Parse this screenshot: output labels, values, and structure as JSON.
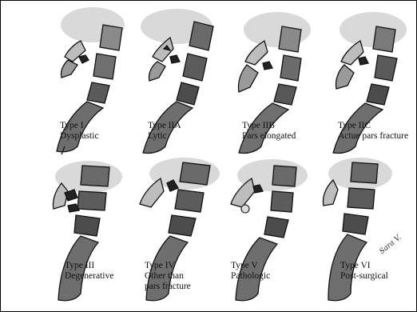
{
  "figure": {
    "panels": [
      {
        "type": "Type I",
        "desc": "Dysplastic"
      },
      {
        "type": "Type IIA",
        "desc": "Lytic"
      },
      {
        "type": "Type IIB",
        "desc": "Pars elongated"
      },
      {
        "type": "Type IIC",
        "desc": "Actue pars fracture"
      },
      {
        "type": "Type III",
        "desc": "Degenerative"
      },
      {
        "type": "Type IV",
        "desc": "Other than",
        "desc2": "pars fracture"
      },
      {
        "type": "Type V",
        "desc": "Pathologic"
      },
      {
        "type": "Type VI",
        "desc": "Post-surgical"
      }
    ],
    "signature": "Sara V."
  }
}
